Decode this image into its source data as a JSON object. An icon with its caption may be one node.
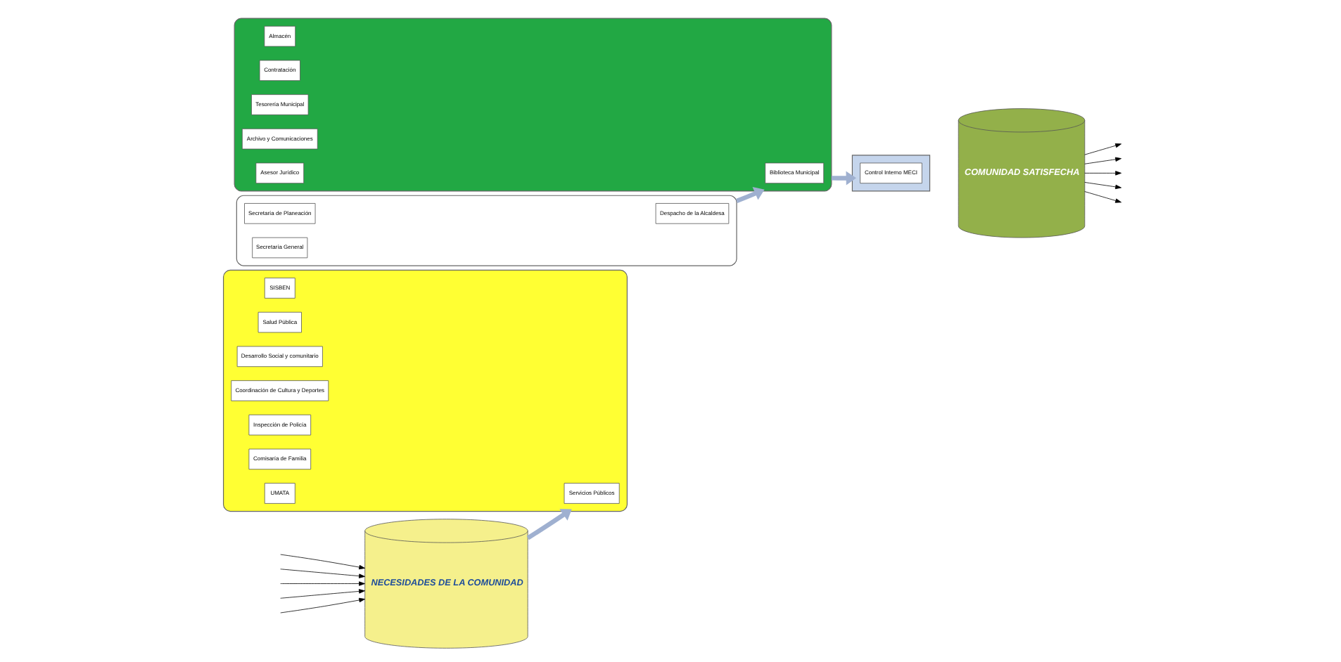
{
  "diagram": {
    "nodes": [
      {
        "text": [
          "NECESIDADES DE LA COMUNIDAD"
        ]
      },
      {
        "text": [],
        "shape": "gear"
      },
      {
        "text": [
          "Servicios Públicos"
        ],
        "in": 1
      },
      {
        "text": [
          "SISBEN"
        ],
        "in": 1
      },
      {
        "text": [
          "Salud Pública"
        ],
        "in": 1
      },
      {
        "text": [
          "Desarrollo Social y comunitario"
        ],
        "in": 1
      },
      {
        "text": [
          "Coordinación de Cultura y Deportes"
        ],
        "in": 1
      },
      {
        "text": [
          "Inspección de Policía"
        ],
        "in": 1
      },
      {
        "text": [
          "Comisaría de Familia"
        ],
        "in": 1
      },
      {
        "text": [
          "UMATA"
        ],
        "in": 1
      },
      {
        "text": [],
        "shape": "gear"
      },
      {
        "text": [
          "Despacho de la Alcaldesa"
        ],
        "in": 10
      },
      {
        "text": [
          "Secretaría de Planeación"
        ],
        "in": 10
      },
      {
        "text": [
          "Secretaría General"
        ],
        "in": 10
      },
      {
        "text": [],
        "shape": "gear"
      },
      {
        "text": [
          "Biblioteca Municipal"
        ],
        "in": 14
      },
      {
        "text": [
          "Almacén"
        ],
        "in": 14
      },
      {
        "text": [
          "Contratación"
        ],
        "in": 14
      },
      {
        "text": [
          "Tesorería Municipal"
        ],
        "in": 14
      },
      {
        "text": [
          "Archivo y Comunicaciones"
        ],
        "in": 14
      },
      {
        "text": [
          "Asesor Jurídico"
        ],
        "in": 14
      },
      {
        "text": [],
        "shape": "pentagon"
      },
      {
        "text": [
          "Control Interno MECI"
        ],
        "in": 21
      },
      {
        "text": [
          "COMUNIDAD SATISFECHA"
        ]
      }
    ],
    "edges": [
      {
        "from": null,
        "to": 0,
        "arrow": "to"
      },
      {
        "from": null,
        "to": 0,
        "arrow": "to"
      },
      {
        "from": null,
        "to": 0,
        "arrow": "to"
      },
      {
        "from": null,
        "to": 0,
        "arrow": "to"
      },
      {
        "from": null,
        "to": 0,
        "arrow": "to"
      },
      {
        "from": 0,
        "to": 1,
        "arrow": "to",
        "style": "thick",
        "color": "#9fb0d0"
      },
      {
        "from": 10,
        "to": 14,
        "arrow": "to",
        "style": "thick",
        "color": "#9fb0d0"
      },
      {
        "from": 14,
        "to": 21,
        "arrow": "to",
        "style": "thick",
        "color": "#9fb0d0"
      },
      {
        "from": 23,
        "to": null,
        "arrow": "to"
      },
      {
        "from": 23,
        "to": null,
        "arrow": "to"
      },
      {
        "from": 23,
        "to": null,
        "arrow": "to"
      },
      {
        "from": 23,
        "to": null,
        "arrow": "to"
      },
      {
        "from": 23,
        "to": null,
        "arrow": "to"
      }
    ]
  }
}
